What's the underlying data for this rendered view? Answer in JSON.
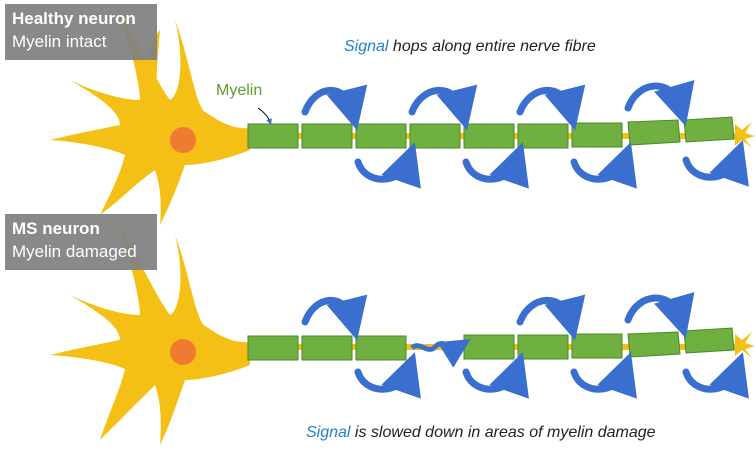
{
  "panels": {
    "healthy": {
      "title": "Healthy neuron",
      "subtitle": "Myelin intact"
    },
    "ms": {
      "title": "MS neuron",
      "subtitle": "Myelin damaged"
    }
  },
  "captions": {
    "top": {
      "signal_word": "Signal",
      "rest": " hops along entire nerve fibre"
    },
    "bottom": {
      "signal_word": "Signal",
      "rest": " is slowed down in areas of myelin damage"
    }
  },
  "myelin_label": "Myelin",
  "colors": {
    "neuron_body": "#f5c016",
    "nucleus": "#f07a30",
    "myelin": "#6fb040",
    "myelin_edge": "#4a8a28",
    "axon": "#f5c016",
    "signal_arrow": "#3a6fd0",
    "signal_text": "#1f7fd0",
    "label_bg": "#808080"
  }
}
